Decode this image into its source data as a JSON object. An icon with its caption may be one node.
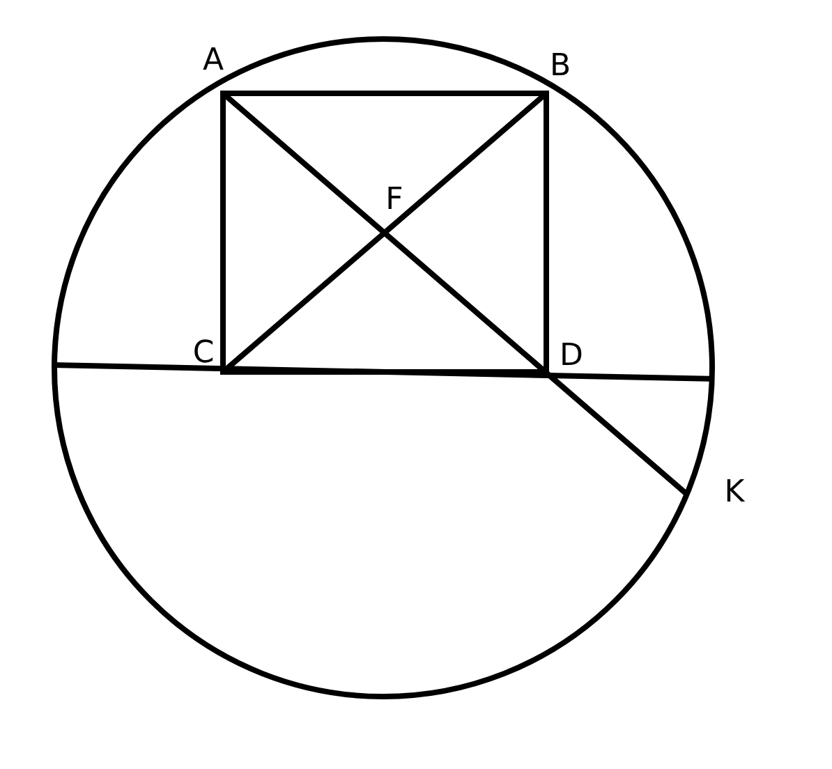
{
  "diagram": {
    "labels": [
      "A",
      "B",
      "F",
      "C",
      "D",
      "K"
    ]
  }
}
